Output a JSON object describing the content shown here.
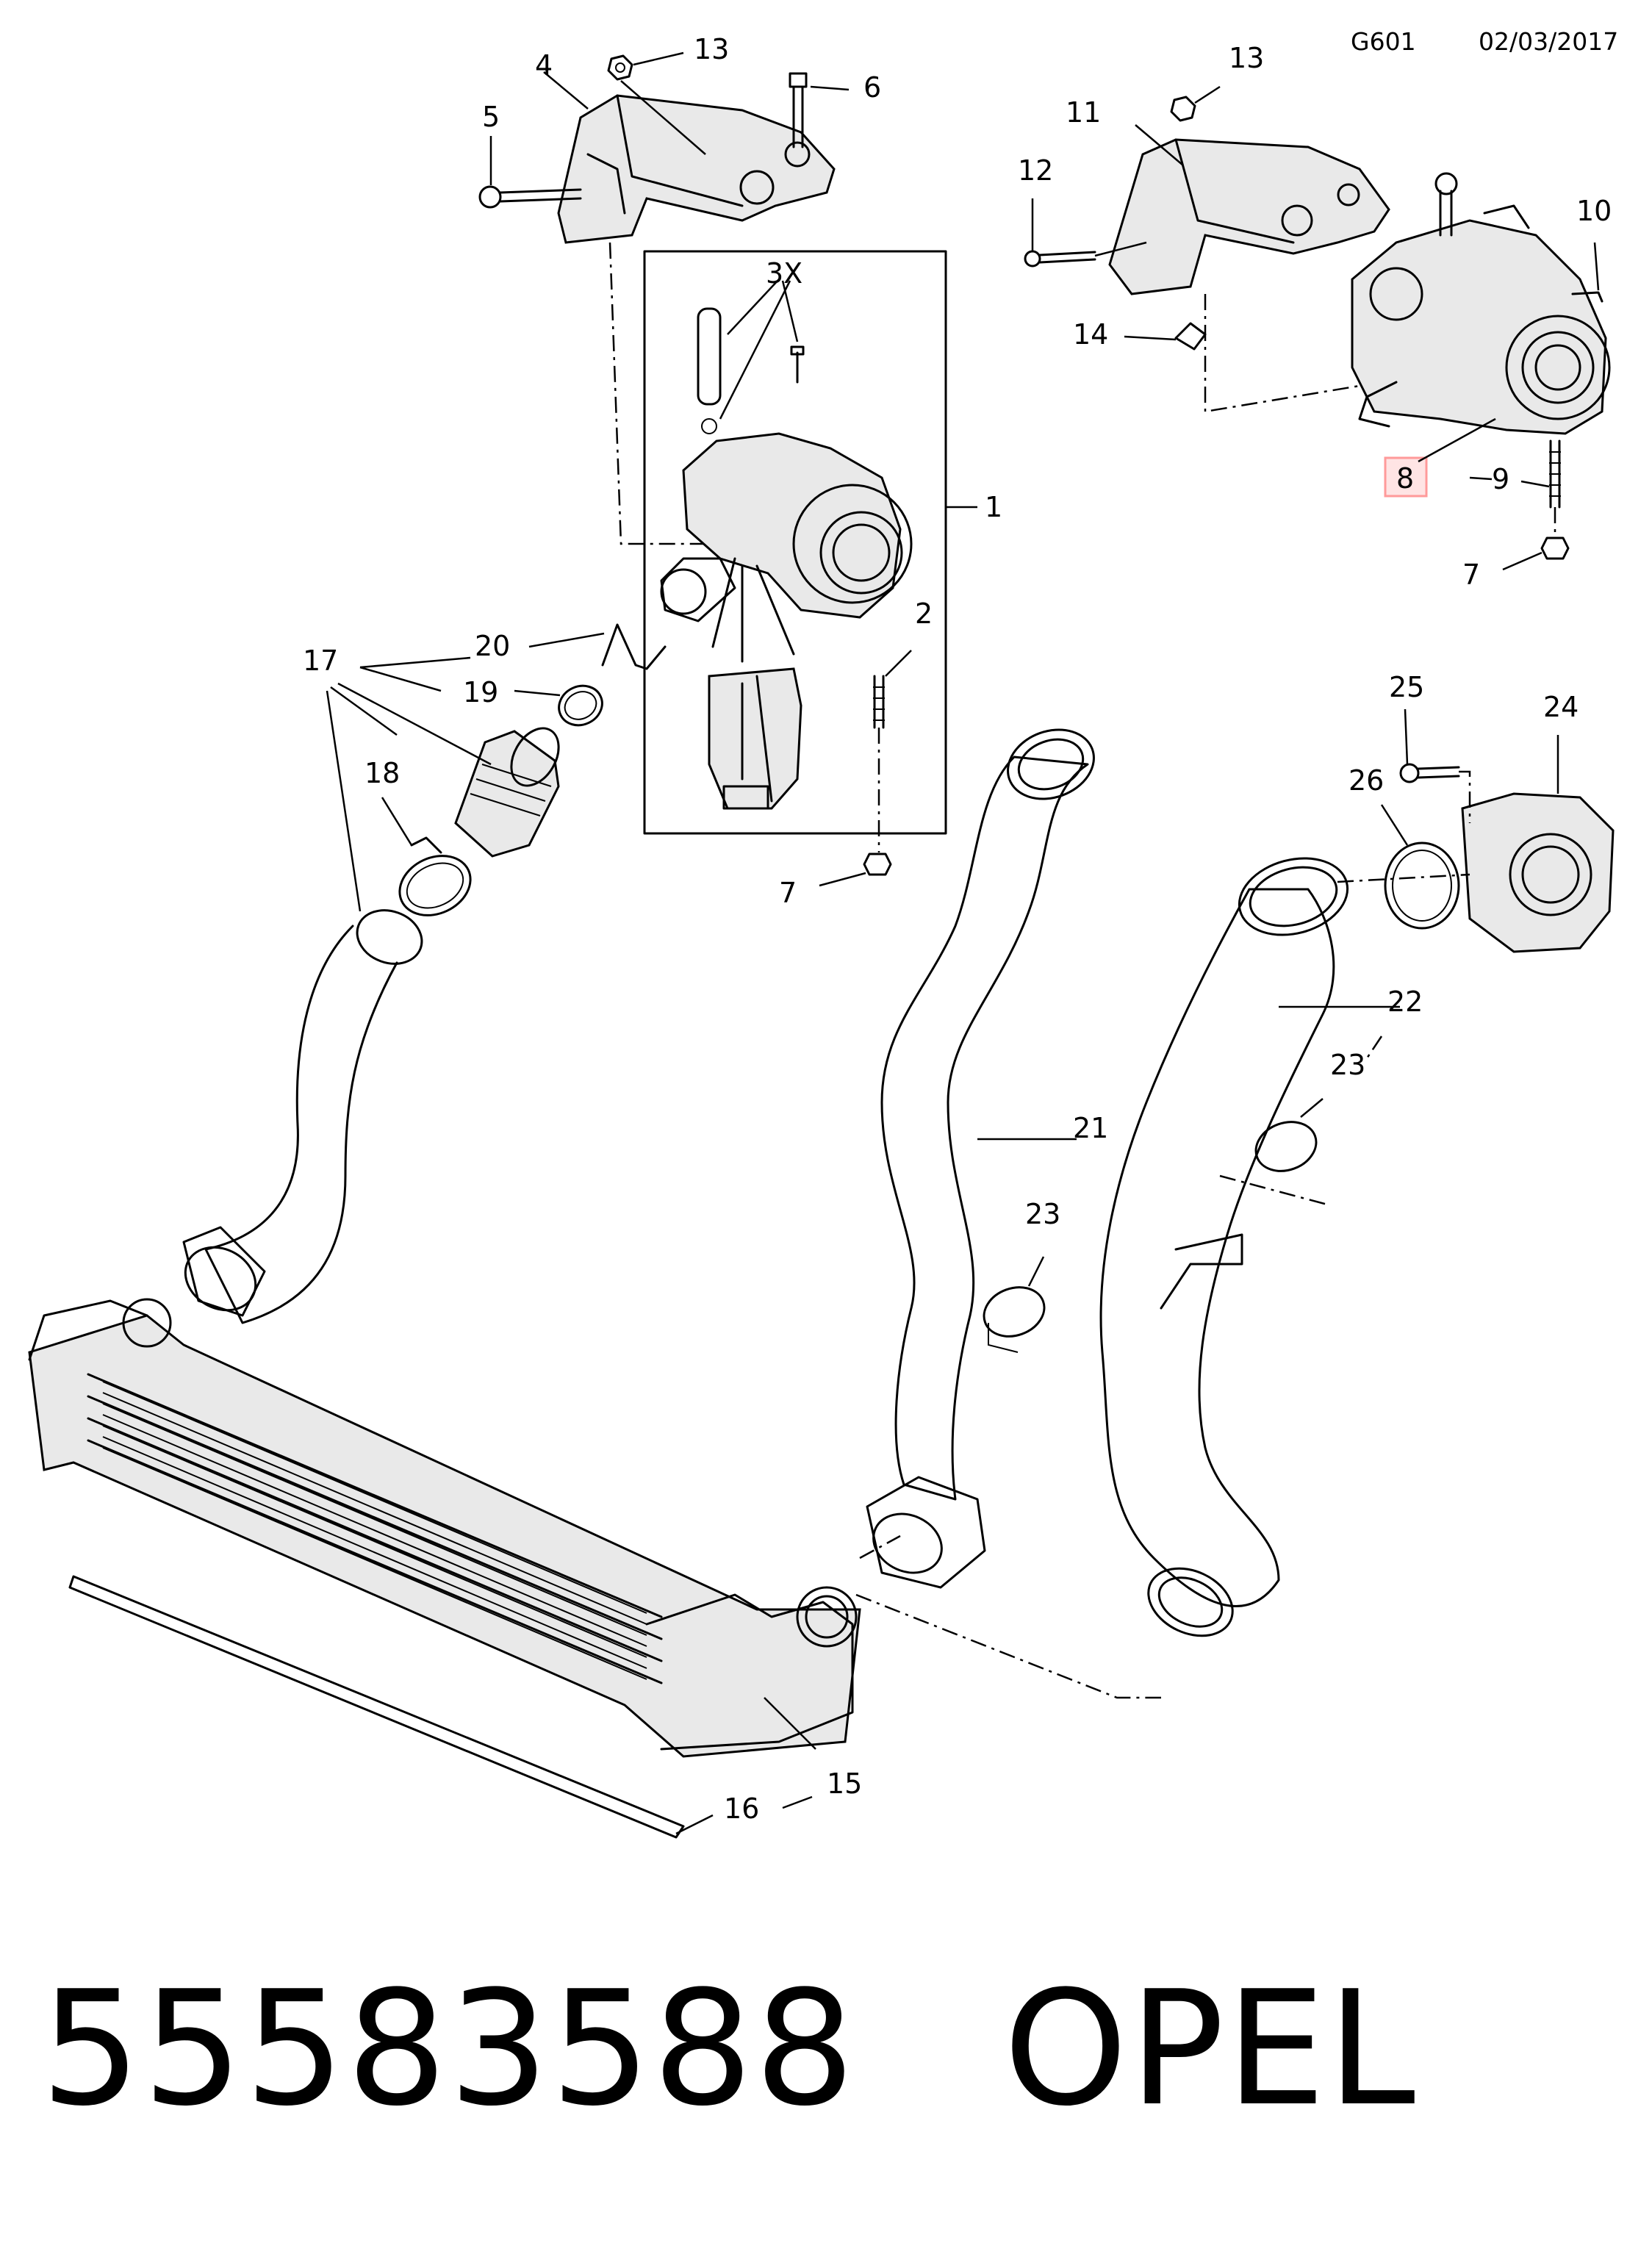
{
  "header": {
    "code": "G601",
    "date": "02/03/2017"
  },
  "group_label": "3X",
  "callouts": {
    "c1": "1",
    "c2": "2",
    "c4": "4",
    "c5": "5",
    "c6": "6",
    "c7a": "7",
    "c7b": "7",
    "c8": "8",
    "c9": "9",
    "c10": "10",
    "c11": "11",
    "c12": "12",
    "c13a": "13",
    "c13b": "13",
    "c14": "14",
    "c15": "15",
    "c16": "16",
    "c17": "17",
    "c18": "18",
    "c19": "19",
    "c20": "20",
    "c21": "21",
    "c22": "22",
    "c23a": "23",
    "c23b": "23",
    "c24": "24",
    "c25": "25",
    "c26": "26"
  },
  "highlighted_callout": "8",
  "highlight_color": "#ff9a9a",
  "footer": {
    "part_number": "55583588",
    "brand": "OPEL"
  }
}
